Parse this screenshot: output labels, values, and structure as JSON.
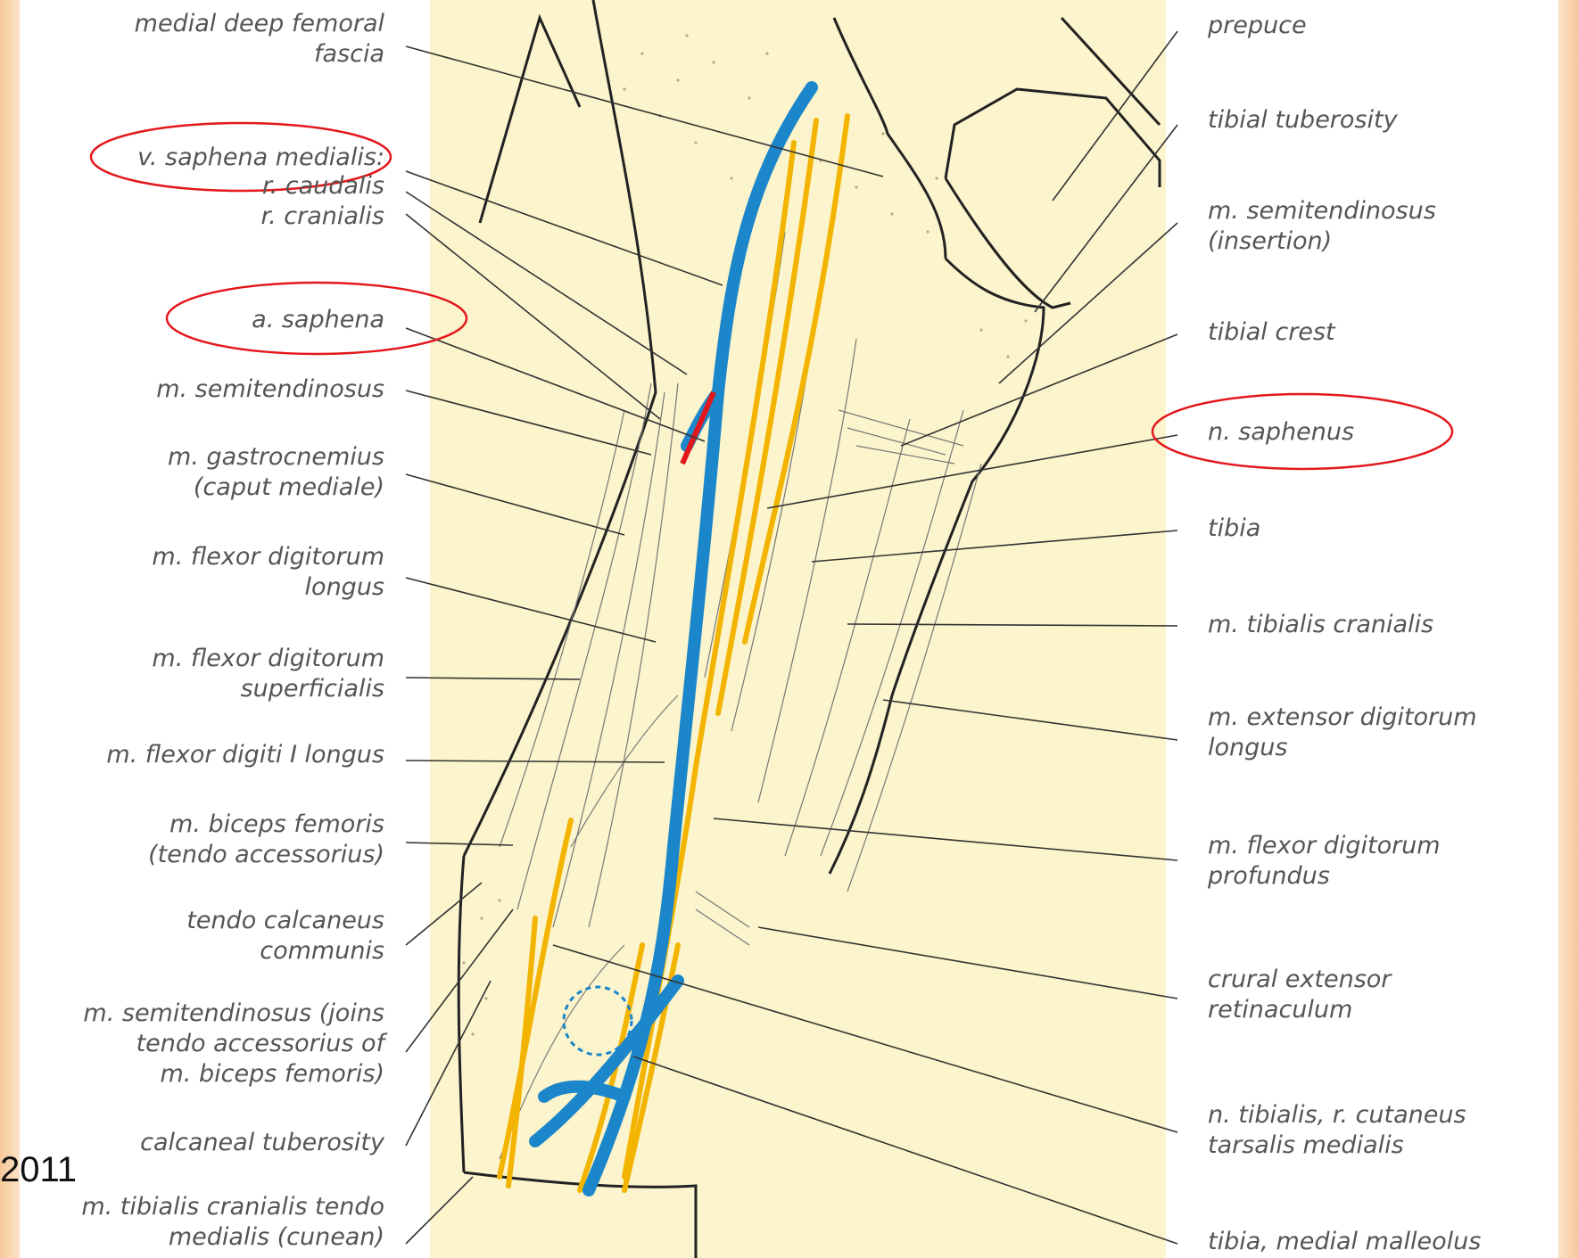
{
  "year_fragment": "2011",
  "highlight_color": "#e3171b",
  "vessel_color": "#1b86c9",
  "nerve_color": "#f3b400",
  "artery_color": "#e3171b",
  "background_panel_color": "#fbf4cc",
  "highlighted_labels": [
    "v. saphena medialis",
    "a. saphena",
    "n. saphenus"
  ],
  "labels_left": [
    {
      "id": "medial-deep-femoral-fascia",
      "lines": [
        "medial deep femoral",
        "fascia"
      ]
    },
    {
      "id": "v-saphena-medialis",
      "lines": [
        "v. saphena medialis:"
      ]
    },
    {
      "id": "r-caudalis",
      "lines": [
        "r. caudalis"
      ]
    },
    {
      "id": "r-cranialis",
      "lines": [
        "r. cranialis"
      ]
    },
    {
      "id": "a-saphena",
      "lines": [
        "a. saphena"
      ]
    },
    {
      "id": "m-semitendinosus",
      "lines": [
        "m. semitendinosus"
      ]
    },
    {
      "id": "m-gastrocnemius",
      "lines": [
        "m. gastrocnemius",
        "(caput mediale)"
      ]
    },
    {
      "id": "m-flexor-digitorum-longus",
      "lines": [
        "m. flexor digitorum",
        "longus"
      ]
    },
    {
      "id": "m-flexor-digitorum-superficialis",
      "lines": [
        "m. flexor digitorum",
        "superficialis"
      ]
    },
    {
      "id": "m-flexor-digiti-i-longus",
      "lines": [
        "m. flexor digiti I longus"
      ]
    },
    {
      "id": "m-biceps-femoris",
      "lines": [
        "m. biceps femoris",
        "(tendo accessorius)"
      ]
    },
    {
      "id": "tendo-calcaneus-communis",
      "lines": [
        "tendo calcaneus",
        "communis"
      ]
    },
    {
      "id": "m-semitendinosus-joins",
      "lines": [
        "m. semitendinosus (joins",
        "tendo accessorius of",
        "m. biceps femoris)"
      ]
    },
    {
      "id": "calcaneal-tuberosity",
      "lines": [
        "calcaneal tuberosity"
      ]
    },
    {
      "id": "m-tibialis-cranialis-tendo",
      "lines": [
        "m. tibialis cranialis tendo",
        "medialis (cunean)"
      ]
    }
  ],
  "labels_right": [
    {
      "id": "prepuce",
      "lines": [
        "prepuce"
      ]
    },
    {
      "id": "tibial-tuberosity",
      "lines": [
        "tibial tuberosity"
      ]
    },
    {
      "id": "m-semitendinosus-insertion",
      "lines": [
        "m. semitendinosus",
        "(insertion)"
      ]
    },
    {
      "id": "tibial-crest",
      "lines": [
        "tibial crest"
      ]
    },
    {
      "id": "n-saphenus",
      "lines": [
        "n. saphenus"
      ]
    },
    {
      "id": "tibia",
      "lines": [
        "tibia"
      ]
    },
    {
      "id": "m-tibialis-cranialis",
      "lines": [
        "m. tibialis cranialis"
      ]
    },
    {
      "id": "m-extensor-digitorum-longus",
      "lines": [
        "m. extensor digitorum",
        "longus"
      ]
    },
    {
      "id": "m-flexor-digitorum-profundus",
      "lines": [
        "m. flexor digitorum",
        "profundus"
      ]
    },
    {
      "id": "crural-extensor-retinaculum",
      "lines": [
        "crural extensor",
        "retinaculum"
      ]
    },
    {
      "id": "n-tibialis-r-cutaneus",
      "lines": [
        "n. tibialis, r. cutaneus",
        "tarsalis medialis"
      ]
    },
    {
      "id": "tibia-medial-malleolus",
      "lines": [
        "tibia, medial malleolus"
      ]
    }
  ]
}
